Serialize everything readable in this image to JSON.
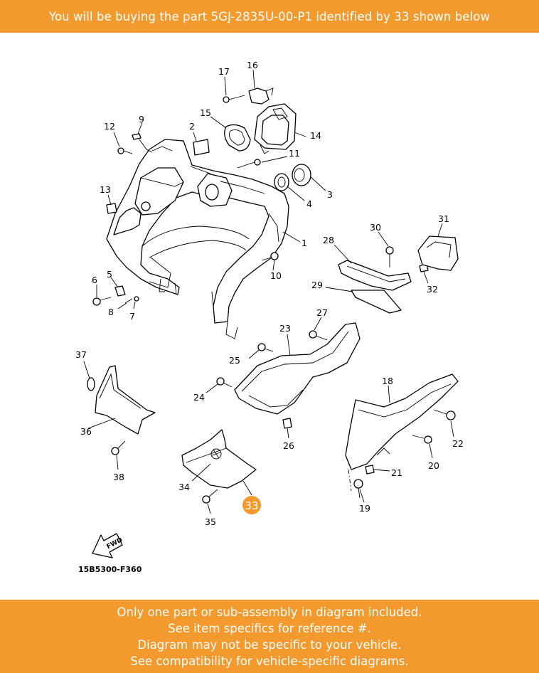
{
  "header": {
    "text": "You will be buying the part 5GJ-2835U-00-P1 identified by 33 shown below"
  },
  "diagram": {
    "highlighted_ref": "33",
    "code": "15B5300-F360",
    "fwd_label": "FWD",
    "callouts": {
      "c1": "1",
      "c2": "2",
      "c3": "3",
      "c4": "4",
      "c5": "5",
      "c6": "6",
      "c7": "7",
      "c8": "8",
      "c9": "9",
      "c10": "10",
      "c11": "11",
      "c12": "12",
      "c13": "13",
      "c14": "14",
      "c15": "15",
      "c16": "16",
      "c17": "17",
      "c18": "18",
      "c19": "19",
      "c20": "20",
      "c21": "21",
      "c22": "22",
      "c23": "23",
      "c24": "24",
      "c25": "25",
      "c26": "26",
      "c27": "27",
      "c28": "28",
      "c29": "29",
      "c30": "30",
      "c31": "31",
      "c32": "32",
      "c34": "34",
      "c35": "35",
      "c36": "36",
      "c37": "37",
      "c38": "38"
    }
  },
  "footer": {
    "line1": "Only one part or sub-assembly in diagram included.",
    "line2": "See item specifics for reference #.",
    "line3": "Diagram may not be specific to your vehicle.",
    "line4": "See compatibility for vehicle-specific diagrams."
  },
  "colors": {
    "banner": "#f39a2e",
    "banner_text": "#ffffff",
    "line": "#000000"
  }
}
